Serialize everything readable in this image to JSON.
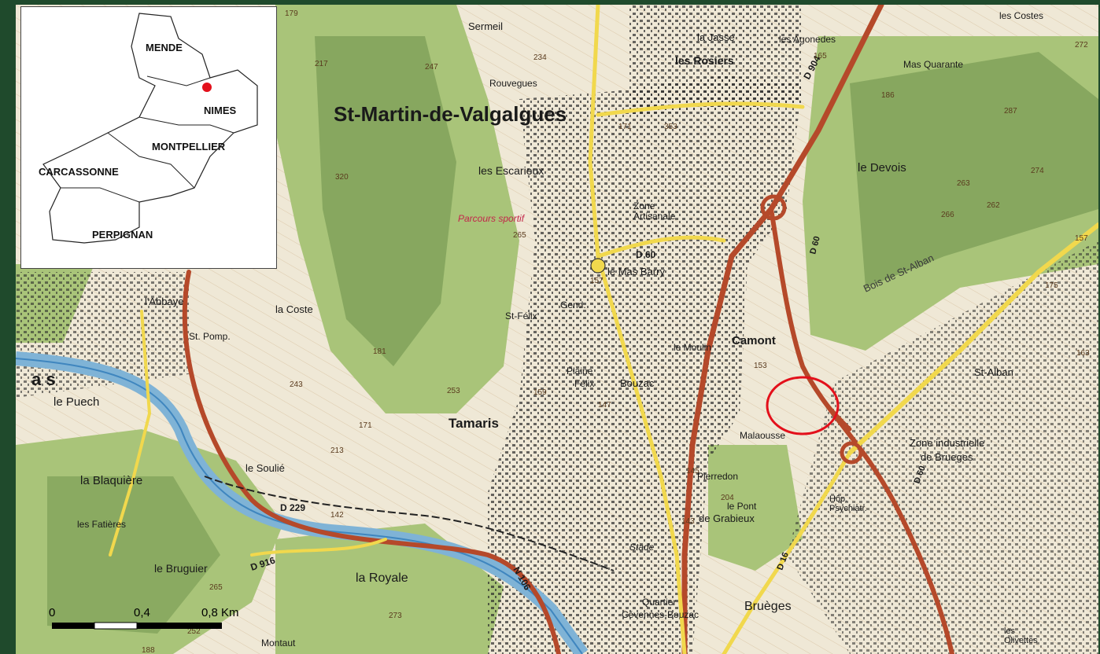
{
  "inset": {
    "cities": [
      "MENDE",
      "NIMES",
      "MONTPELLIER",
      "CARCASSONNE",
      "PERPIGNAN"
    ],
    "marker_color": "#e3101b"
  },
  "places": {
    "st_martin": "St-Martin-de-Valgalgues",
    "sermeil": "Sermeil",
    "rouvegues": "Rouvegues",
    "la_jasse": "la Jasse",
    "les_rosiers": "les Rosiers",
    "les_agonedes": "les Agonedes",
    "les_costes": "les Costes",
    "mas_quarante": "Mas Quarante",
    "les_escarieux": "les Escarieux",
    "zone_artisanale": "Zone\nArtisanale",
    "parcours_sportif": "Parcours sportif",
    "le_devois": "le Devois",
    "le_mas_barry": "le Mas Barry",
    "l_abbaye": "l'Abbaye",
    "la_coste": "la Coste",
    "st_pomp": "St. Pomp.",
    "st_felix": "St-Félix",
    "gend": "Gend.",
    "camont": "Camont",
    "le_moulin": "le Moulin",
    "plaine_felix": "Plaine",
    "felix": "Félix",
    "bouzac": "Bouzac",
    "malaousse": "Malaousse",
    "st_alban": "St-Alban",
    "zone_industrielle": "Zone industrielle",
    "de_brueges": "de Brueges",
    "le_puech": "le Puech",
    "tamaris": "Tamaris",
    "la_blaquiere": "la Blaquière",
    "les_fatieres": "les Fatières",
    "le_soulie": "le Soulié",
    "pierredon": "Pierredon",
    "le_pont": "le Pont",
    "de_grabieux": "de Grabieux",
    "le_bruguier": "le Bruguier",
    "la_royale": "la Royale",
    "brueges": "Bruèges",
    "montaut": "Montaut",
    "quartier": "Quartier",
    "cevennes_bouzac": "Cévennes-Bouzac",
    "stade": "Stade",
    "hop_psychiatr": "Hôp.\nPsychiatr.",
    "les_olivettes": "les\nOlivettes",
    "bois_de_st_alban": "Bois de St-Alban",
    "a_s": "a s"
  },
  "roads": [
    "D 60",
    "D 904",
    "D 229",
    "D 916",
    "N 106",
    "D 16",
    "D 60",
    "D 60"
  ],
  "elevations": [
    "179",
    "217",
    "234",
    "247",
    "320",
    "265",
    "157",
    "159",
    "147",
    "153",
    "181",
    "243",
    "253",
    "213",
    "171",
    "142",
    "145",
    "204",
    "143",
    "265",
    "273",
    "252",
    "188",
    "263",
    "287",
    "266",
    "262",
    "274",
    "175",
    "163",
    "157",
    "165",
    "186",
    "171",
    "353",
    "272"
  ],
  "scale": {
    "ticks": [
      "0",
      "0,4",
      "0,8 Km"
    ]
  },
  "colors": {
    "hillshade": "#6b8f4a",
    "forest": "#a9c479",
    "river": "#7fb3d6",
    "major_road": "#b5492a",
    "yellow_road": "#f1d84d",
    "highlight": "#e3101b"
  }
}
